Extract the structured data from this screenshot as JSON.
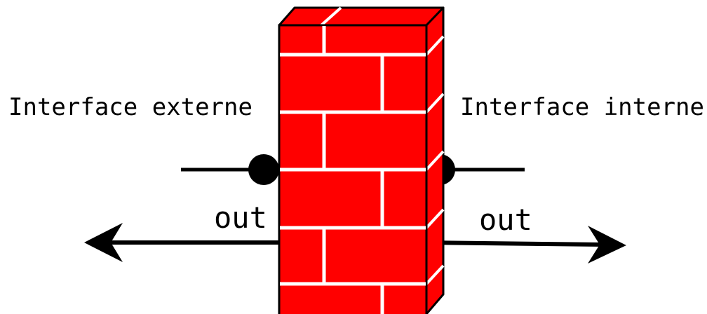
{
  "labels": {
    "external_interface": "Interface externe",
    "internal_interface": "Interface interne",
    "out_left": "out",
    "out_right": "out"
  },
  "colors": {
    "brick": "#ff0000",
    "mortar": "#ffffff",
    "outline": "#000000",
    "line": "#000000"
  },
  "icons": {
    "firewall": "brick-wall-icon",
    "left_arrow": "arrow-left-icon",
    "right_arrow": "arrow-right-icon"
  }
}
